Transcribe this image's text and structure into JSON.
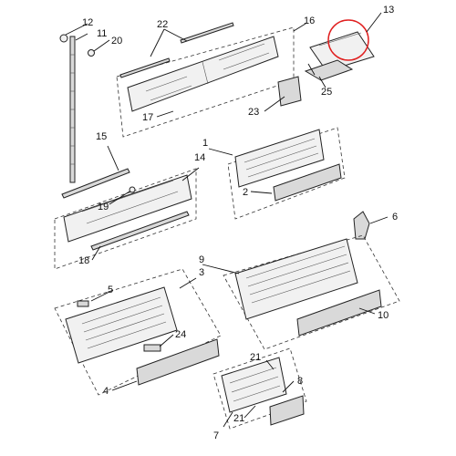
{
  "callouts": {
    "c1": "1",
    "c2": "2",
    "c3": "3",
    "c4": "4",
    "c5": "5",
    "c6": "6",
    "c7": "7",
    "c8": "8",
    "c9": "9",
    "c10": "10",
    "c11": "11",
    "c12": "12",
    "c13": "13",
    "c14": "14",
    "c15": "15",
    "c16": "16",
    "c17": "17",
    "c18": "18",
    "c19": "19",
    "c20": "20",
    "c21a": "21",
    "c21b": "21",
    "c22": "22",
    "c23": "23",
    "c24": "24",
    "c25": "25"
  },
  "highlight": {
    "shape": "circle",
    "color": "#e02020",
    "target": "13"
  }
}
